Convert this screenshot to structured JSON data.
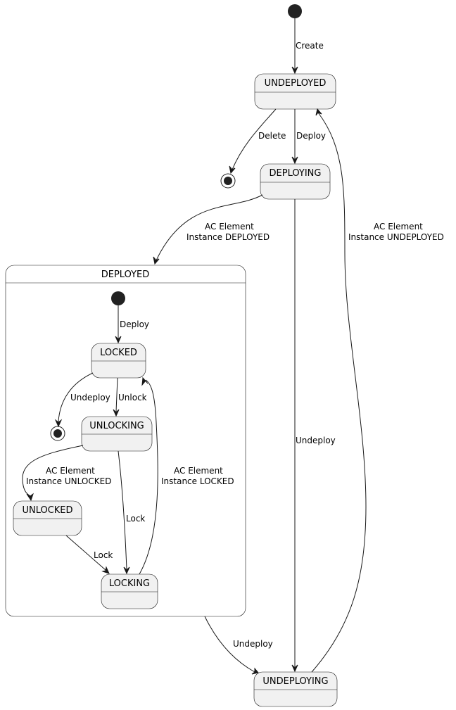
{
  "states": {
    "undeployed": "UNDEPLOYED",
    "deploying": "DEPLOYING",
    "deployed": "DEPLOYED",
    "locked": "LOCKED",
    "unlocking": "UNLOCKING",
    "unlocked": "UNLOCKED",
    "locking": "LOCKING",
    "undeploying": "UNDEPLOYING"
  },
  "transitions": {
    "create": "Create",
    "delete": "Delete",
    "deploy": "Deploy",
    "deployed_line1": "AC Element",
    "deployed_line2": "Instance DEPLOYED",
    "undeployed_line1": "AC Element",
    "undeployed_line2": "Instance UNDEPLOYED",
    "undeploy_from_deploying": "Undeploy",
    "undeploy_from_deployed": "Undeploy",
    "inner_deploy": "Deploy",
    "inner_undeploy": "Undeploy",
    "unlock": "Unlock",
    "unlocked_line1": "AC Element",
    "unlocked_line2": "Instance UNLOCKED",
    "locked_line1": "AC Element",
    "locked_line2": "Instance LOCKED",
    "lock_from_unlocking": "Lock",
    "lock_from_unlocked": "Lock"
  }
}
